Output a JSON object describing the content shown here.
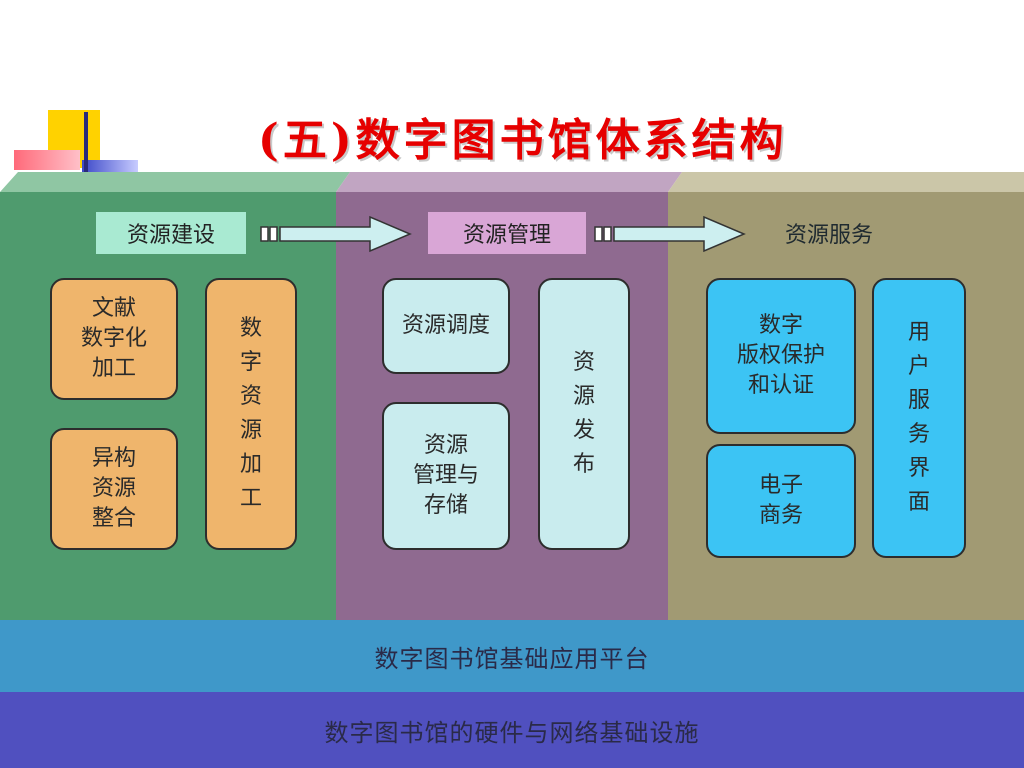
{
  "title": "(五)数字图书馆体系结构",
  "stages": {
    "build": "资源建设",
    "manage": "资源管理",
    "service": "资源服务"
  },
  "boxes": {
    "doc_digitization": "文献\n数字化\n加工",
    "heterogeneous_integration": "异构\n资源\n整合",
    "digital_resource_processing": "数\n字\n资\n源\n加\n工",
    "resource_scheduling": "资源调度",
    "resource_mgmt_storage": "资源\n管理与\n存储",
    "resource_publishing": "资\n源\n发\n布",
    "digital_rights": "数字\n版权保护\n和认证",
    "e_commerce": "电子\n商务",
    "user_interface": "用\n户\n服\n务\n界\n面"
  },
  "layers": {
    "platform": "数字图书馆基础应用平台",
    "infrastructure": "数字图书馆的硬件与网络基础设施"
  },
  "colors": {
    "title": "#e60000",
    "build_column": "#4f9b6e",
    "manage_column": "#8f6a90",
    "service_column": "#a19a73",
    "platform_band": "#3f98c9",
    "infrastructure_band": "#5050bf",
    "orange_box": "#efb56c",
    "cyan_box": "#c9ecee",
    "blue_box": "#3cc4f4"
  }
}
